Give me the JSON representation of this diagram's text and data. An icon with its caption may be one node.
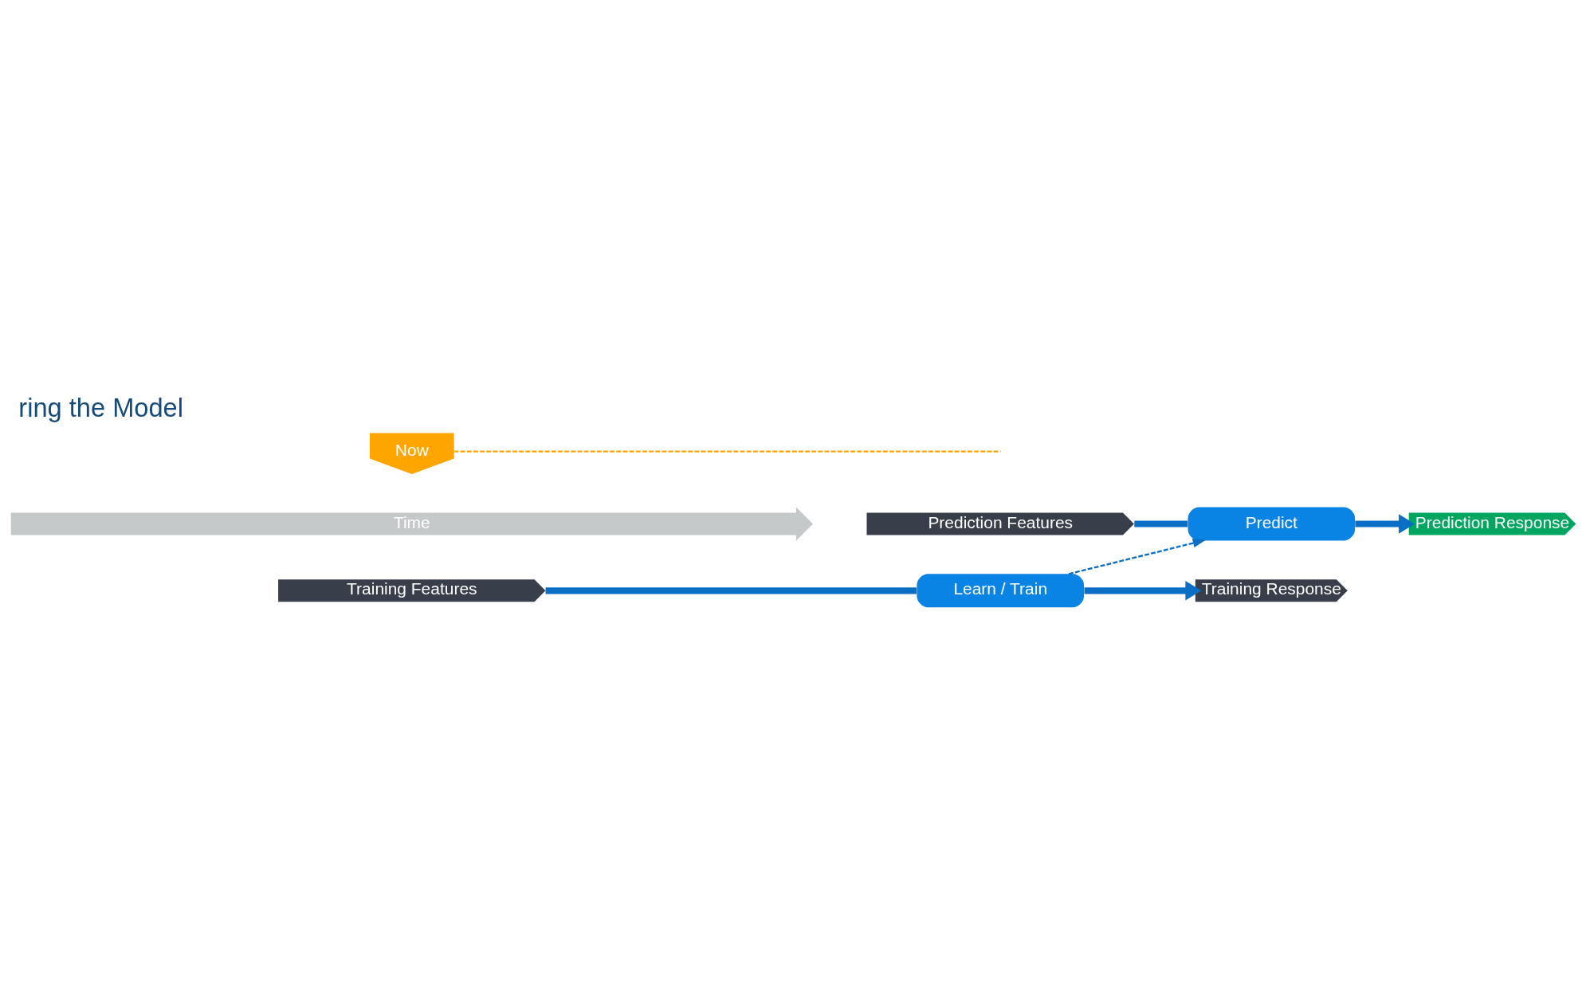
{
  "diagram": {
    "title": "ring the Model",
    "nodes": [
      {
        "text": [
          "Prediction Features"
        ]
      },
      {
        "text": [
          "Prediction Response"
        ]
      },
      {
        "text": [
          "Predict"
        ]
      },
      {
        "text": [
          "Learn / Train"
        ]
      },
      {
        "text": [
          "Training Features"
        ]
      },
      {
        "text": [
          "Training Response"
        ]
      },
      {
        "text": [
          "Time"
        ]
      },
      {
        "text": [
          "Now"
        ]
      }
    ],
    "edges": [
      {
        "from": 4,
        "to": 3,
        "arrow": "none"
      },
      {
        "from": 3,
        "to": 5,
        "arrow": "to"
      },
      {
        "from": 3,
        "to": 2,
        "arrow": "to",
        "style": "dashed"
      },
      {
        "from": 0,
        "to": 2,
        "arrow": "none"
      },
      {
        "from": 2,
        "to": 1,
        "arrow": "to"
      },
      {
        "from": 7,
        "to": null,
        "arrow": "none",
        "style": "dashed",
        "color": "#ffa500"
      }
    ]
  }
}
